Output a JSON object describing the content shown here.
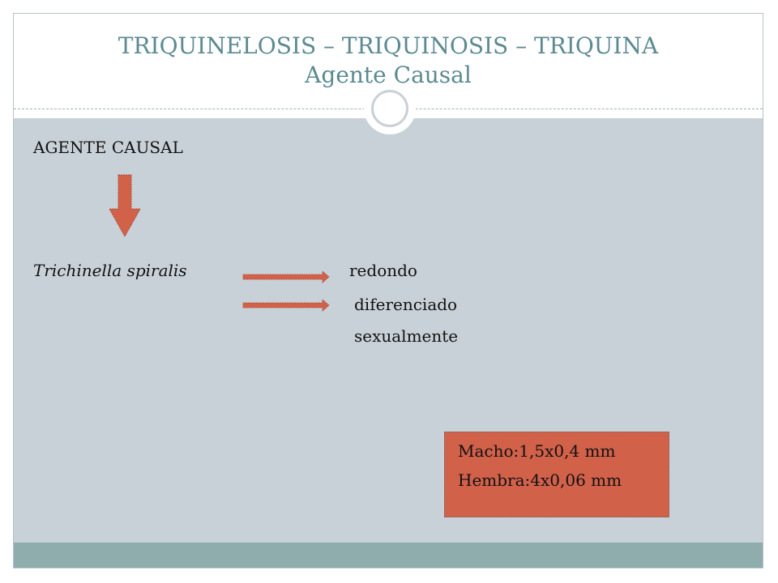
{
  "slide": {
    "title_line1": "TRIQUINELOSIS – TRIQUINOSIS – TRIQUINA",
    "title_line2": "Agente Causal",
    "heading": "AGENTE CAUSAL",
    "organism": "Trichinella spiralis",
    "descriptor_1": "redondo",
    "descriptor_2": "diferenciado",
    "descriptor_3": "sexualmente",
    "measurements": {
      "male": "Macho:1,5x0,4 mm",
      "female": "Hembra:4x0,06 mm"
    }
  },
  "colors": {
    "title_text": "#5b8a91",
    "content_background": "#c8d1d7",
    "footer_band": "#8eadac",
    "arrow_fill": "#d2614a",
    "measure_box": "#d2614a"
  }
}
